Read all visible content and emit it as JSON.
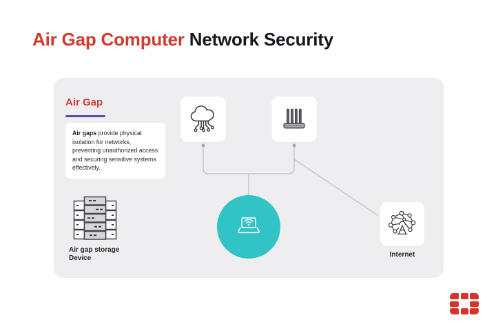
{
  "title": {
    "highlight": "Air Gap Computer",
    "rest": " Network Security"
  },
  "panel": {
    "section_label": "Air Gap",
    "description": {
      "lead": "Air gaps",
      "body": " provide physical isolation for networks, preventing unauthorized access and securing sensitive systems effectively."
    },
    "nodes": {
      "cloud": {
        "icon": "cloud-circuit-icon"
      },
      "router": {
        "icon": "router-icon"
      },
      "laptop": {
        "icon": "laptop-wifi-icon"
      },
      "storage": {
        "icon": "server-rack-icon",
        "label_line1": "Air gap storage",
        "label_line2": "Device"
      },
      "internet": {
        "icon": "globe-network-icon",
        "label": "Internet"
      }
    }
  },
  "branding": {
    "logo": "fortinet-logo"
  },
  "colors": {
    "accent_red": "#d23a30",
    "underline_purple": "#5b4ba2",
    "hub_teal": "#31c3c5",
    "panel_bg": "#eeeef1",
    "connector_gray": "#c7c7cc",
    "icon_stroke": "#3a3a3e"
  }
}
